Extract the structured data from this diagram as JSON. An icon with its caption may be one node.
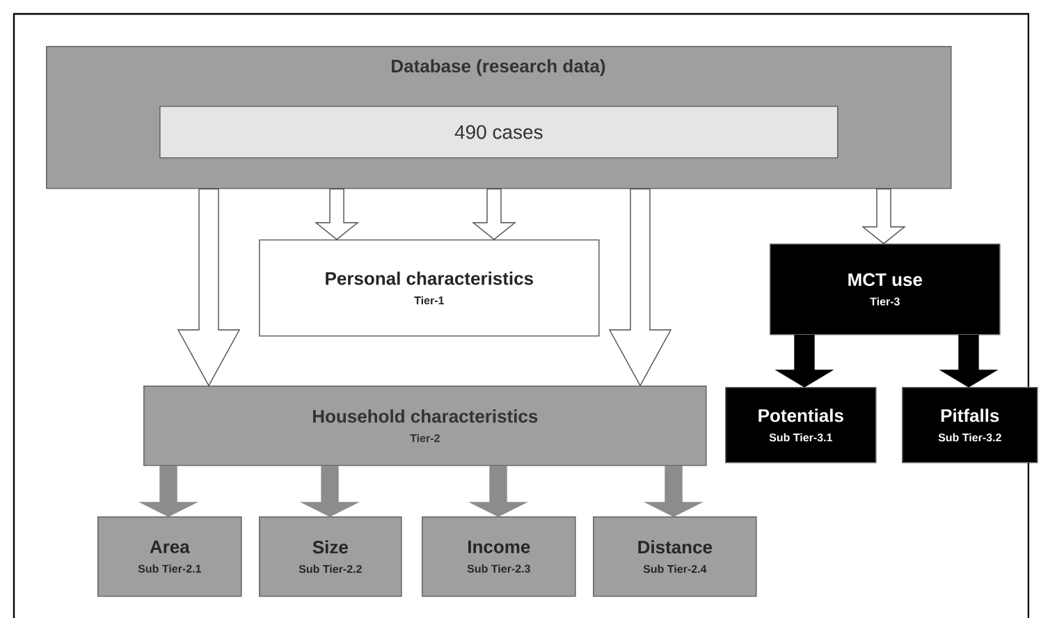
{
  "diagram": {
    "nodes": [
      {
        "text": [
          "Database (research data)"
        ]
      },
      {
        "text": [
          "490 cases"
        ],
        "in": 0
      },
      {
        "text": [
          "Personal characteristics",
          "Tier-1"
        ]
      },
      {
        "text": [
          "MCT use",
          "Tier-3"
        ]
      },
      {
        "text": [
          "Household characteristics",
          "Tier-2"
        ]
      },
      {
        "text": [
          "Potentials",
          "Sub Tier-3.1"
        ]
      },
      {
        "text": [
          "Pitfalls",
          "Sub Tier-3.2"
        ]
      },
      {
        "text": [
          "Area",
          "Sub Tier-2.1"
        ]
      },
      {
        "text": [
          "Size",
          "Sub Tier-2.2"
        ]
      },
      {
        "text": [
          "Income",
          "Sub Tier-2.3"
        ]
      },
      {
        "text": [
          "Distance",
          "Sub Tier-2.4"
        ]
      }
    ],
    "edges": [
      {
        "from": 0,
        "to": 4,
        "arrow": "to"
      },
      {
        "from": 0,
        "to": 2,
        "arrow": "to"
      },
      {
        "from": 0,
        "to": 2,
        "arrow": "to"
      },
      {
        "from": 0,
        "to": 4,
        "arrow": "to"
      },
      {
        "from": 0,
        "to": 3,
        "arrow": "to"
      },
      {
        "from": 3,
        "to": 5,
        "arrow": "to",
        "color": "#000000"
      },
      {
        "from": 3,
        "to": 6,
        "arrow": "to",
        "color": "#000000"
      },
      {
        "from": 4,
        "to": 7,
        "arrow": "to",
        "color": "#8c8c8c"
      },
      {
        "from": 4,
        "to": 8,
        "arrow": "to",
        "color": "#8c8c8c"
      },
      {
        "from": 4,
        "to": 9,
        "arrow": "to",
        "color": "#8c8c8c"
      },
      {
        "from": 4,
        "to": 10,
        "arrow": "to",
        "color": "#8c8c8c"
      }
    ]
  }
}
